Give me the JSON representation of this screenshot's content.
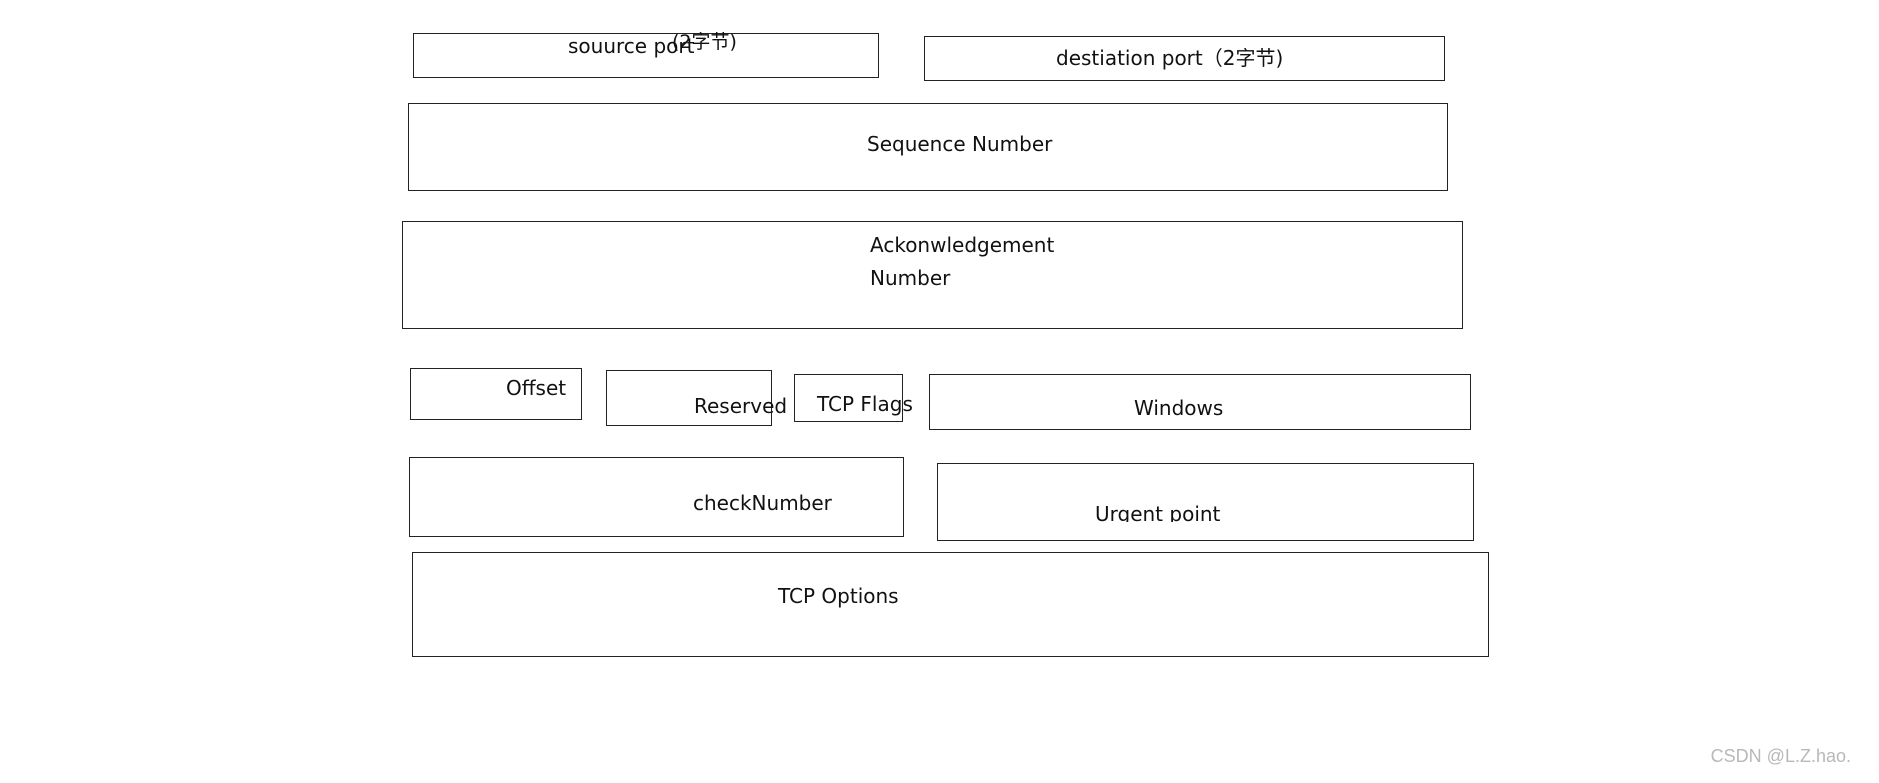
{
  "fields": {
    "source_port": {
      "label": "souurce port",
      "suffix": "(2字节)"
    },
    "destination_port": {
      "label": "destiation  port（2字节)"
    },
    "sequence_number": {
      "label": "Sequence Number"
    },
    "acknowledgement_number": {
      "line1": "Ackonwledgement",
      "line2": "Number"
    },
    "offset": {
      "label": "Offset"
    },
    "reserved": {
      "label": "Reserved"
    },
    "tcp_flags": {
      "label": "TCP Flags"
    },
    "windows": {
      "label": "Windows"
    },
    "check_number": {
      "label": "checkNumber"
    },
    "urgent_point": {
      "label": "Urgent point"
    },
    "tcp_options": {
      "label": "TCP  Options"
    }
  },
  "watermark": "CSDN @L.Z.hao."
}
